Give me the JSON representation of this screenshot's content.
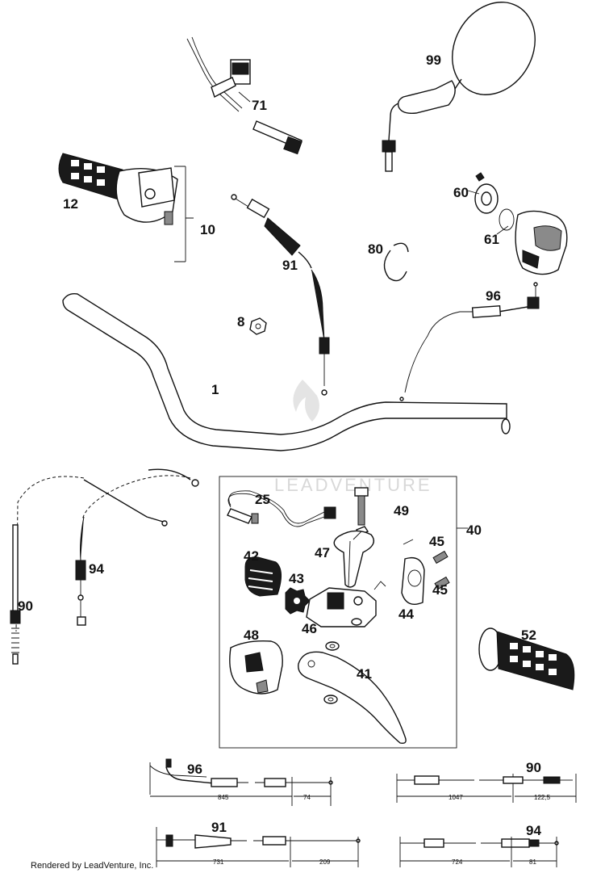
{
  "diagram": {
    "watermark": "LEADVENTURE",
    "footer": "Rendered by LeadVenture, Inc.",
    "callouts": {
      "p99": "99",
      "p71": "71",
      "p12": "12",
      "p10": "10",
      "p60": "60",
      "p61": "61",
      "p91": "91",
      "p80": "80",
      "p96": "96",
      "p8": "8",
      "p1": "1",
      "p25": "25",
      "p49": "49",
      "p40": "40",
      "p47": "47",
      "p45a": "45",
      "p45b": "45",
      "p42": "42",
      "p43": "43",
      "p94": "94",
      "p44": "44",
      "p46": "46",
      "p90": "90",
      "p48": "48",
      "p52": "52",
      "p41": "41"
    },
    "cable_details": {
      "c96": {
        "label": "96",
        "dim1": "845",
        "dim2": "74"
      },
      "c90": {
        "label": "90",
        "dim1": "1047",
        "dim2": "122,5"
      },
      "c91": {
        "label": "91",
        "dim1": "731",
        "dim2": "209"
      },
      "c94": {
        "label": "94",
        "dim1": "724",
        "dim2": "81"
      }
    }
  }
}
